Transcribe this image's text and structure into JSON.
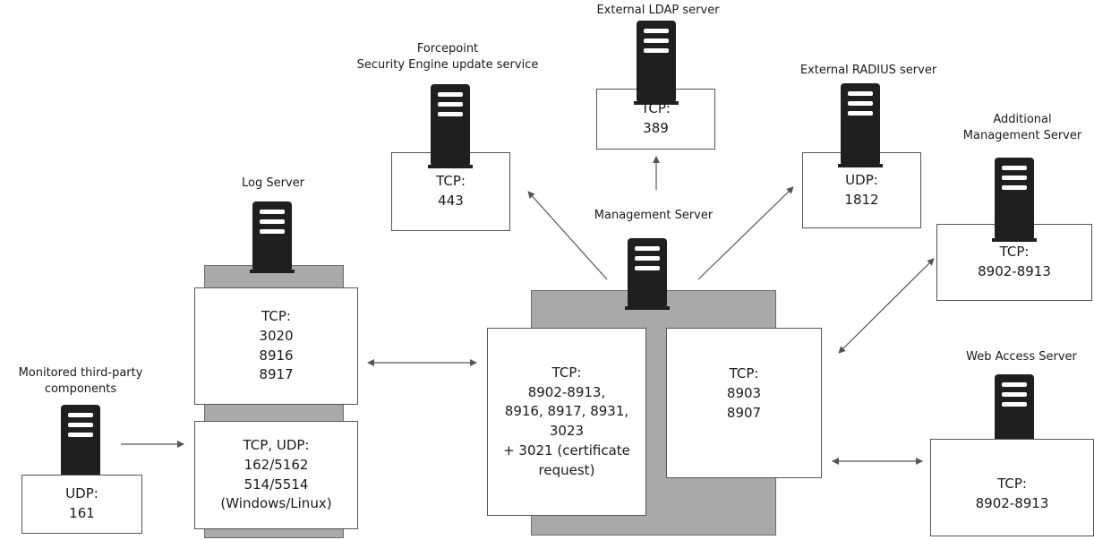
{
  "colors": {
    "server": "#1f1f1f",
    "panel": "#a9a9a9",
    "stroke": "#555555"
  },
  "nodes": {
    "ldap": {
      "title": "External LDAP server",
      "ports": "TCP:\n389"
    },
    "forcepoint": {
      "title": "Forcepoint\nSecurity Engine update service",
      "ports": "TCP:\n443"
    },
    "radius": {
      "title": "External RADIUS server",
      "ports": "UDP:\n1812"
    },
    "additional_mgmt": {
      "title": "Additional\nManagement Server",
      "ports": "TCP:\n8902-8913"
    },
    "management": {
      "title": "Management Server",
      "ports_left": "TCP:\n8902-8913,\n8916, 8917, 8931,\n3023\n+ 3021 (certificate\nrequest)",
      "ports_right": "TCP:\n8903\n8907"
    },
    "log": {
      "title": "Log Server",
      "ports_top": "TCP:\n3020\n8916\n8917",
      "ports_bottom": "TCP, UDP:\n162/5162\n514/5514\n(Windows/Linux)"
    },
    "monitored": {
      "title": "Monitored third-party\ncomponents",
      "ports": "UDP:\n161"
    },
    "web_access": {
      "title": "Web Access Server",
      "ports": "TCP:\n8902-8913"
    }
  },
  "icons": [
    "server-icon"
  ]
}
